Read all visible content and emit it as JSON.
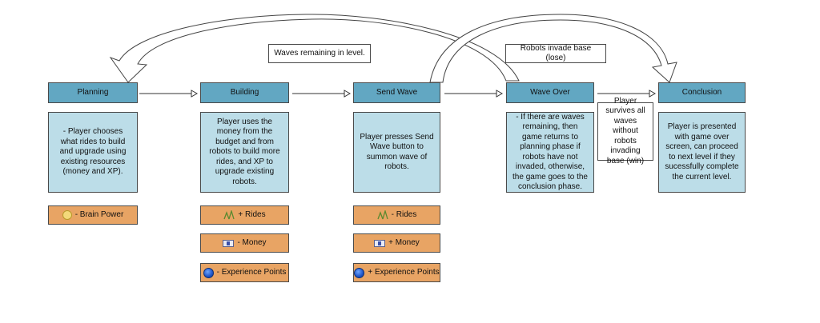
{
  "notes": {
    "waves_remaining": "Waves remaining in level.",
    "robots_invade": "Robots invade base (lose)"
  },
  "stages": {
    "planning": {
      "title": "Planning",
      "description": "- Player chooses what rides to build and upgrade using existing resources (money and XP).",
      "resources": [
        {
          "label": "- Brain Power",
          "icon": "brain-icon"
        }
      ]
    },
    "building": {
      "title": "Building",
      "description": "Player uses the money from the budget and from robots to build more rides, and XP to upgrade existing robots.",
      "resources": [
        {
          "label": "+ Rides",
          "icon": "ride-icon"
        },
        {
          "label": "- Money",
          "icon": "money-icon"
        },
        {
          "label": "- Experience Points",
          "icon": "xp-icon"
        }
      ]
    },
    "send_wave": {
      "title": "Send Wave",
      "description": "Player presses Send Wave button to summon wave of robots.",
      "resources": [
        {
          "label": "- Rides",
          "icon": "ride-icon"
        },
        {
          "label": "+ Money",
          "icon": "money-icon"
        },
        {
          "label": "+ Experience Points",
          "icon": "xp-icon"
        }
      ]
    },
    "wave_over": {
      "title": "Wave Over",
      "description": "- If there are waves remaining, then game returns to planning phase if robots have not invaded, otherwise, the game goes to the conclusion phase."
    },
    "conclusion": {
      "title": "Conclusion",
      "description": "Player is presented with game over screen, can proceed to next level if they sucessfully complete the current level."
    }
  },
  "win_note": "Player survives all waves without robots invading base (win)",
  "colors": {
    "header": "#62a7c2",
    "description": "#bcdde8",
    "resource": "#e8a464"
  }
}
